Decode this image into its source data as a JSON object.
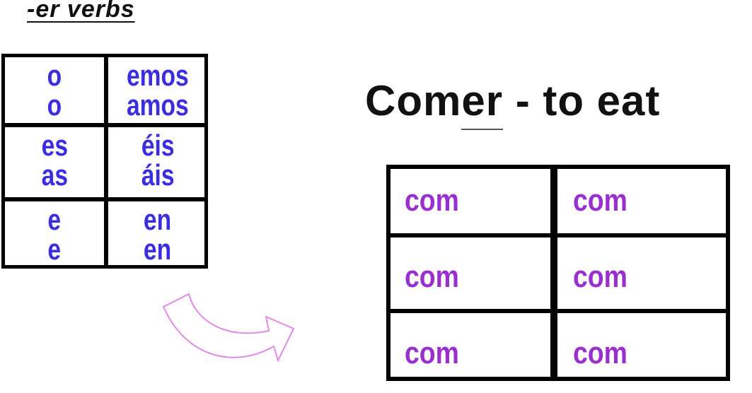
{
  "heading": "-er verbs",
  "left_grid": {
    "er_endings": [
      "o",
      "emos",
      "es",
      "éis",
      "e",
      "en"
    ],
    "ar_endings": [
      "o",
      "amos",
      "as",
      "áis",
      "e",
      "en"
    ]
  },
  "title": {
    "stem": "Com",
    "ending": "er",
    "rest": " - to eat"
  },
  "table": {
    "cells": [
      "com",
      "com",
      "com",
      "com",
      "com",
      "com"
    ]
  },
  "colors": {
    "endings": "#3a2ee0",
    "stems": "#9a2fd0",
    "arrow": "#e08ae8"
  }
}
